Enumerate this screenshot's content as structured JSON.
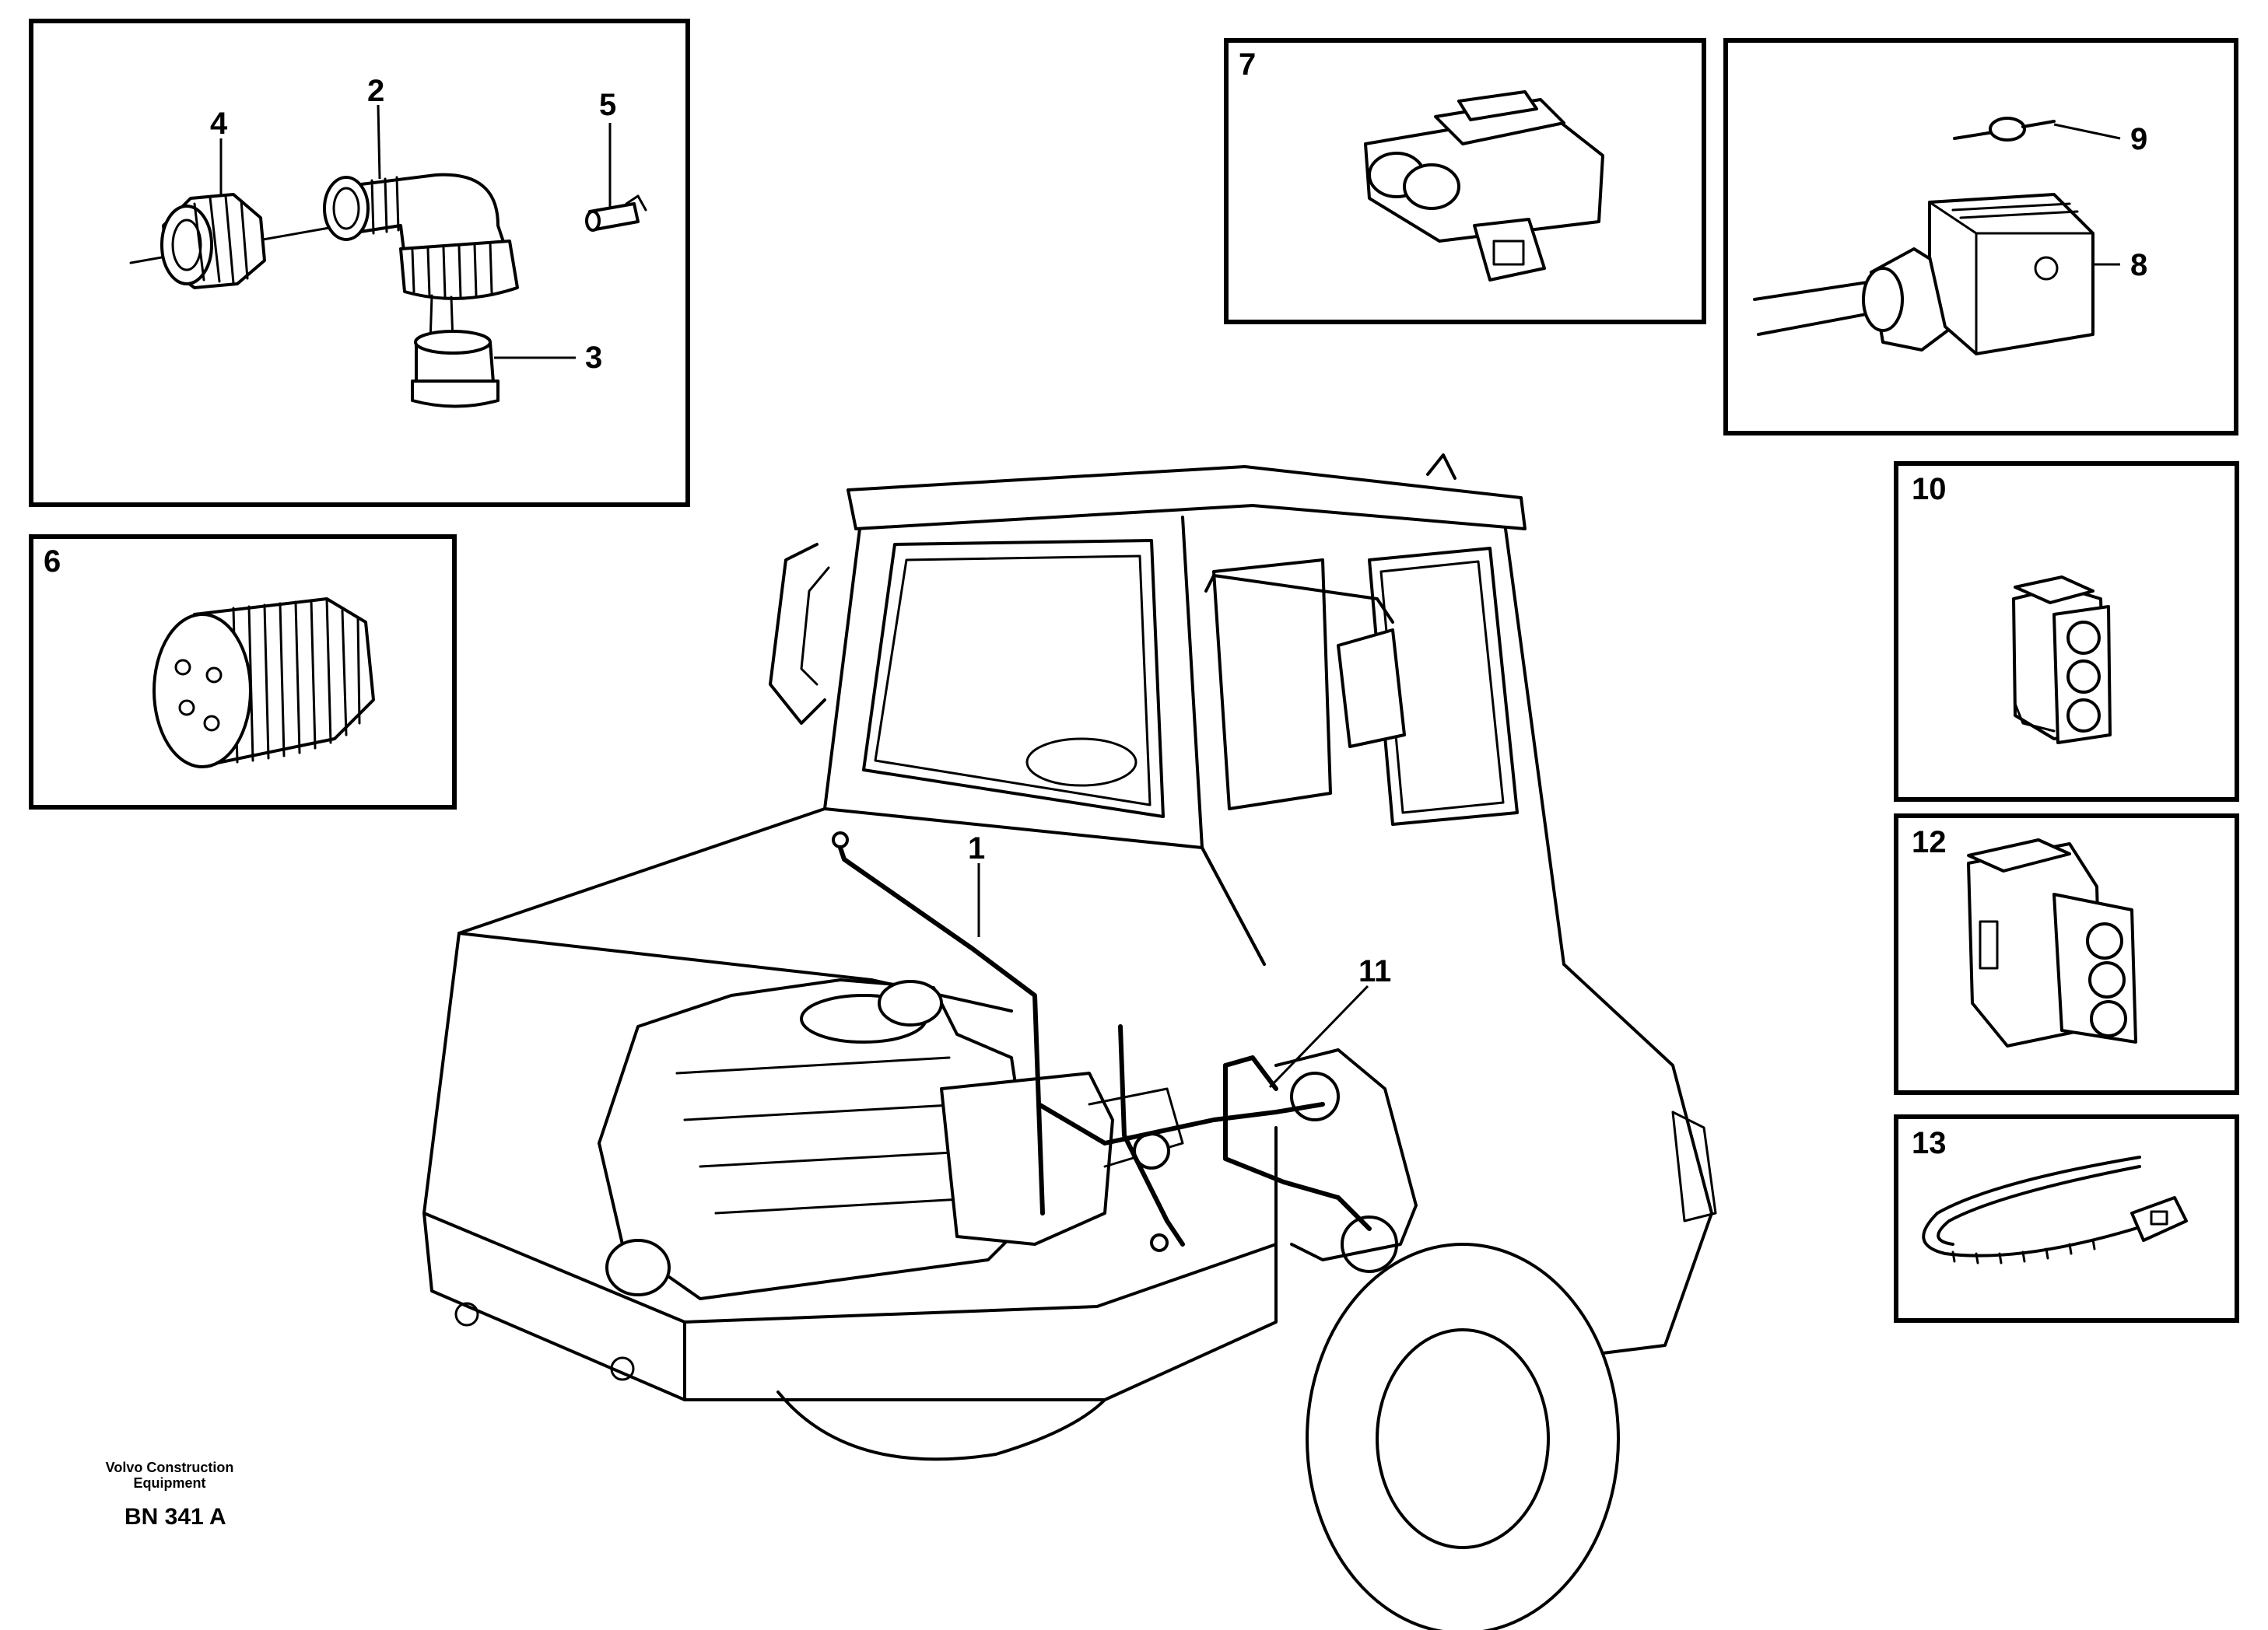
{
  "callouts": {
    "c1": "1",
    "c2": "2",
    "c3": "3",
    "c4": "4",
    "c5": "5",
    "c6": "6",
    "c7": "7",
    "c8": "8",
    "c9": "9",
    "c10": "10",
    "c11": "11",
    "c12": "12",
    "c13": "13"
  },
  "footer": {
    "company_line1": "Volvo Construction",
    "company_line2": "Equipment",
    "drawing_code": "BN 341 A"
  }
}
